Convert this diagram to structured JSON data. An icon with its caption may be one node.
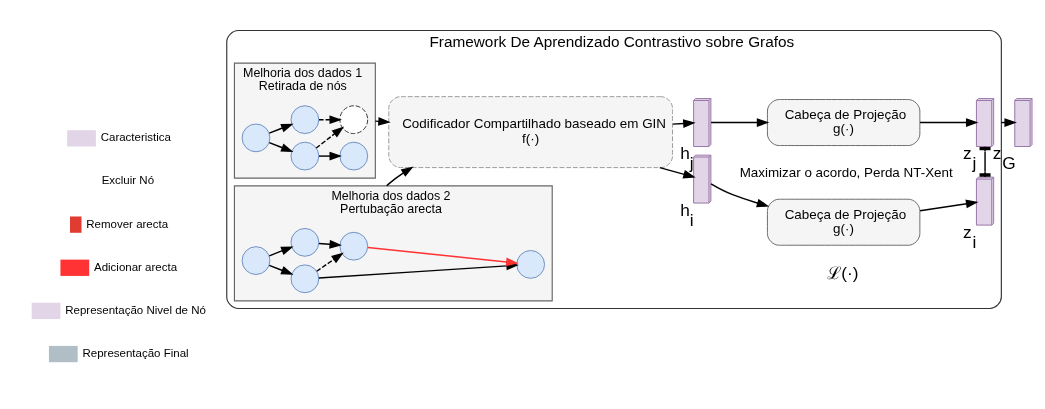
{
  "diagram": {
    "nodes": [
      {
        "text": [
          "Framework De Aprendizado Contrastivo sobre Grafos"
        ]
      },
      {
        "text": [
          "Melhoria dos dados 1",
          "Retirada de nós"
        ],
        "in": 0
      },
      {
        "text": [],
        "shape": "circle",
        "in": 1
      },
      {
        "text": [],
        "shape": "circle",
        "in": 1
      },
      {
        "text": [],
        "shape": "circle",
        "in": 1
      },
      {
        "text": [],
        "shape": "circle",
        "in": 1
      },
      {
        "text": [],
        "shape": "circle",
        "in": 1
      },
      {
        "text": [
          "Melhoria dos dados 2",
          "Pertubação arecta"
        ],
        "in": 0
      },
      {
        "text": [],
        "shape": "circle",
        "in": 7
      },
      {
        "text": [],
        "shape": "circle",
        "in": 7
      },
      {
        "text": [],
        "shape": "circle",
        "in": 7
      },
      {
        "text": [],
        "shape": "circle",
        "in": 7
      },
      {
        "text": [],
        "shape": "circle",
        "in": 7
      },
      {
        "text": [
          "Codificador Compartilhado baseado em GIN",
          "f(·)"
        ],
        "in": 0
      },
      {
        "text": [],
        "shape": "bar",
        "beside": [
          "h$_{i}$"
        ],
        "in": 0
      },
      {
        "text": [],
        "shape": "bar",
        "beside": [
          "h$_{j}$"
        ],
        "in": 0
      },
      {
        "text": [
          "Cabeça de Projeção",
          "g(·)"
        ],
        "in": 0
      },
      {
        "text": [
          "Cabeça de Projeção",
          "g(·)"
        ],
        "in": 0
      },
      {
        "text": [],
        "shape": "bar",
        "beside": [
          "z$_{i}$"
        ],
        "in": 0
      },
      {
        "text": [],
        "shape": "bar",
        "beside": [
          "z$_{j}$"
        ],
        "in": 0
      },
      {
        "text": [],
        "shape": "bar",
        "beside": [
          "z$_{G}$"
        ]
      }
    ],
    "edges": [
      {
        "from": 2,
        "to": 3,
        "arrow": "to"
      },
      {
        "from": 2,
        "to": 4,
        "arrow": "to"
      },
      {
        "from": 3,
        "to": 5,
        "arrow": "to"
      },
      {
        "from": 3,
        "to": 6,
        "arrow": "to",
        "style": "dashed"
      },
      {
        "from": 4,
        "to": 6,
        "arrow": "to",
        "style": "dashed"
      },
      {
        "from": 8,
        "to": 9,
        "arrow": "to"
      },
      {
        "from": 8,
        "to": 10,
        "arrow": "to"
      },
      {
        "from": 9,
        "to": 11,
        "arrow": "to"
      },
      {
        "from": 9,
        "to": 12,
        "arrow": "to",
        "style": "dashed"
      },
      {
        "from": 10,
        "to": 12,
        "arrow": "to"
      },
      {
        "from": 12,
        "to": 11,
        "arrow": "to",
        "color": "#ff3333"
      },
      {
        "from": 1,
        "to": 13,
        "arrow": "to"
      },
      {
        "from": 7,
        "to": 13,
        "arrow": "to"
      },
      {
        "from": 13,
        "to": 14,
        "arrow": "to"
      },
      {
        "from": 13,
        "to": 15,
        "arrow": "to"
      },
      {
        "from": 14,
        "to": 16,
        "arrow": "to"
      },
      {
        "from": 15,
        "to": 17,
        "arrow": "to"
      },
      {
        "from": 16,
        "to": 18,
        "arrow": "to"
      },
      {
        "from": 17,
        "to": 19,
        "arrow": "to"
      },
      {
        "from": 18,
        "to": 19,
        "arrow": "other"
      },
      {
        "from": 0,
        "to": 20,
        "arrow": "to"
      }
    ],
    "labels": [
      "Maximizar o acordo, Perda NT-Xent",
      "ℒ(·)"
    ],
    "legend": [
      {
        "text": "Caracteristica"
      },
      {
        "text": "Excluir Nó"
      },
      {
        "text": "Remover arecta"
      },
      {
        "text": "Adicionar arecta"
      },
      {
        "text": "Representação Nivel de Nó"
      },
      {
        "text": "Representação Final"
      }
    ]
  }
}
